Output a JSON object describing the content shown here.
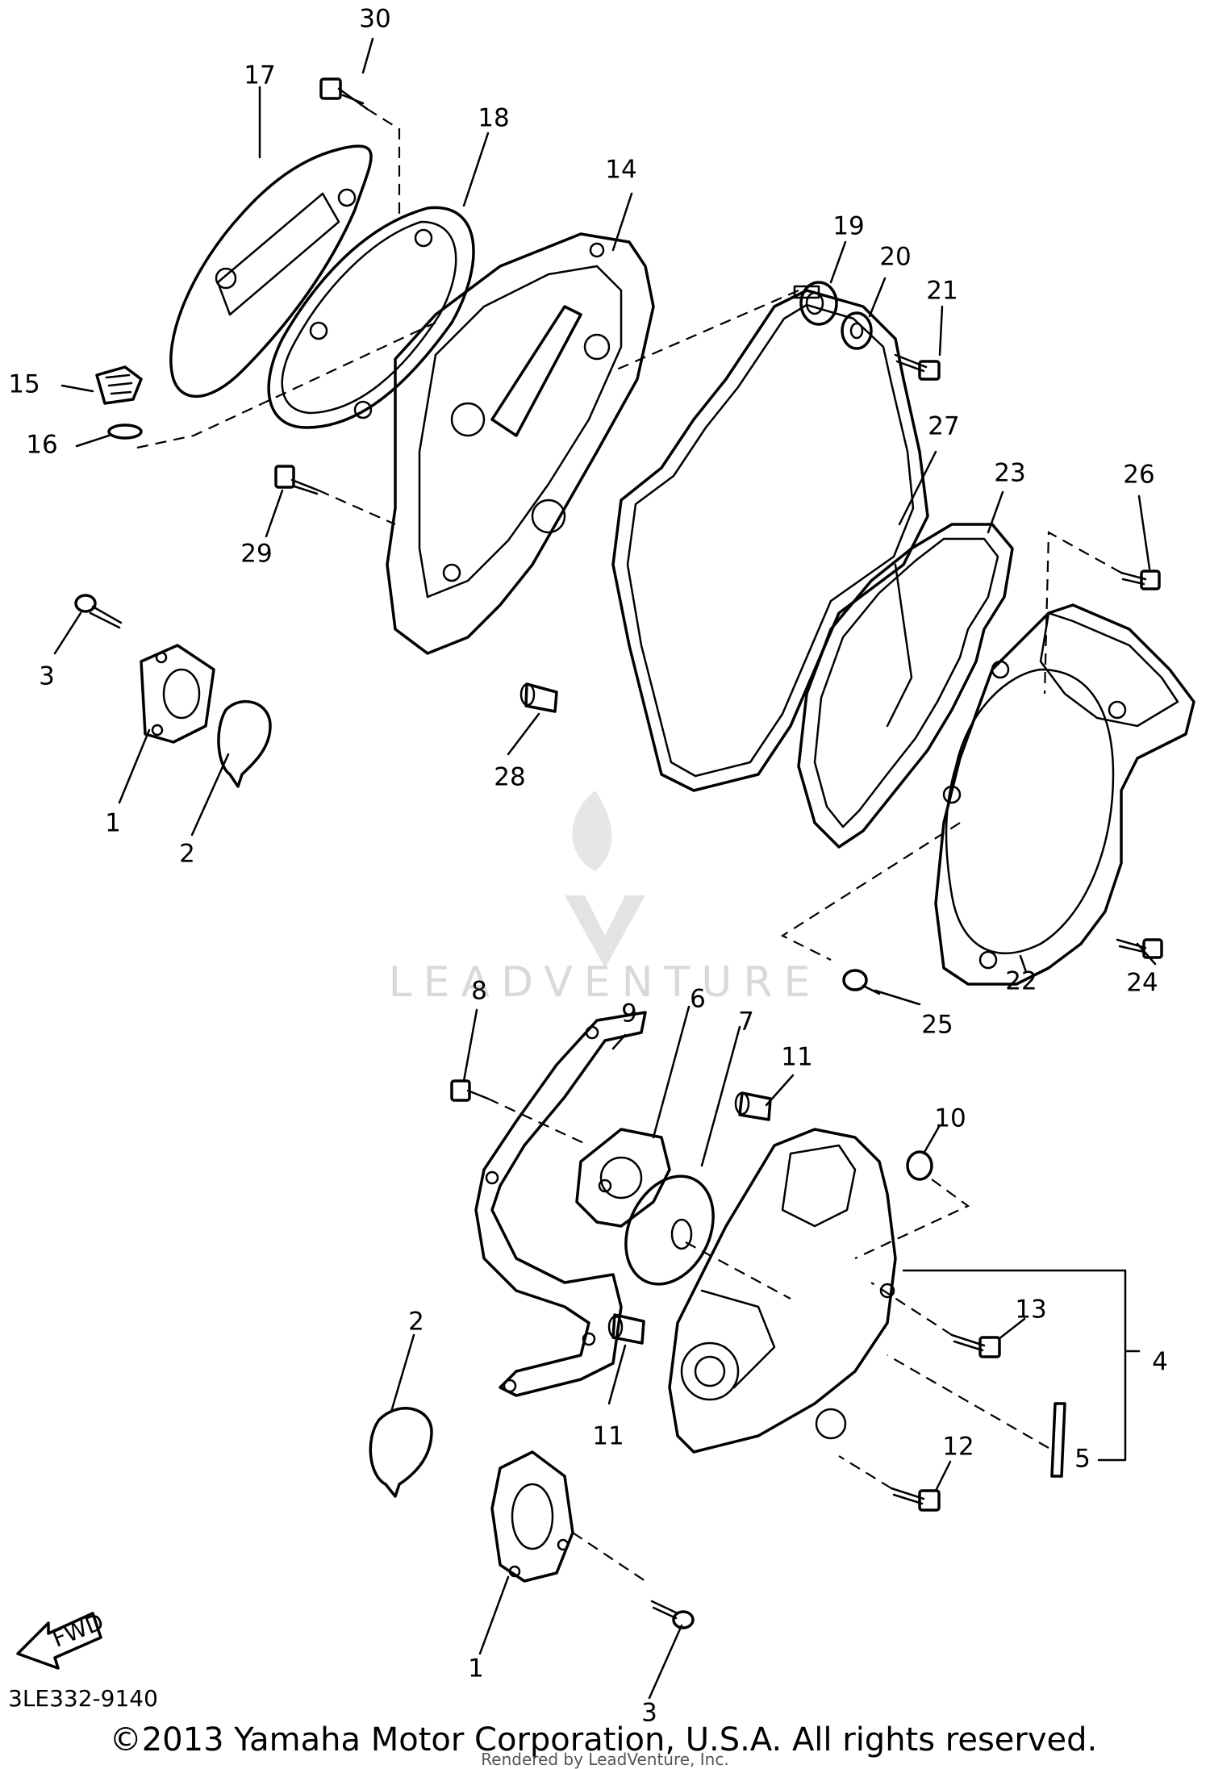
{
  "diagram": {
    "callouts": {
      "c30": "30",
      "c17": "17",
      "c18": "18",
      "c14": "14",
      "c19": "19",
      "c20": "20",
      "c21": "21",
      "c15": "15",
      "c16": "16",
      "c27": "27",
      "c23": "23",
      "c26": "26",
      "c29": "29",
      "c3a": "3",
      "c1a": "1",
      "c2a": "2",
      "c28": "28",
      "c22": "22",
      "c24": "24",
      "c25": "25",
      "c9": "9",
      "c6": "6",
      "c7": "7",
      "c8": "8",
      "c11a": "11",
      "c10": "10",
      "c13": "13",
      "c4": "4",
      "c2b": "2",
      "c11b": "11",
      "c5": "5",
      "c12": "12",
      "c1b": "1",
      "c3b": "3"
    },
    "fwd_label": "FWD",
    "part_number": "3LE332-9140"
  },
  "watermark": {
    "brand": "LEADVENTURE"
  },
  "footer": {
    "copyright": "©2013 Yamaha Motor Corporation, U.S.A. All rights reserved.",
    "rendered_by": "Rendered by LeadVenture, Inc."
  }
}
